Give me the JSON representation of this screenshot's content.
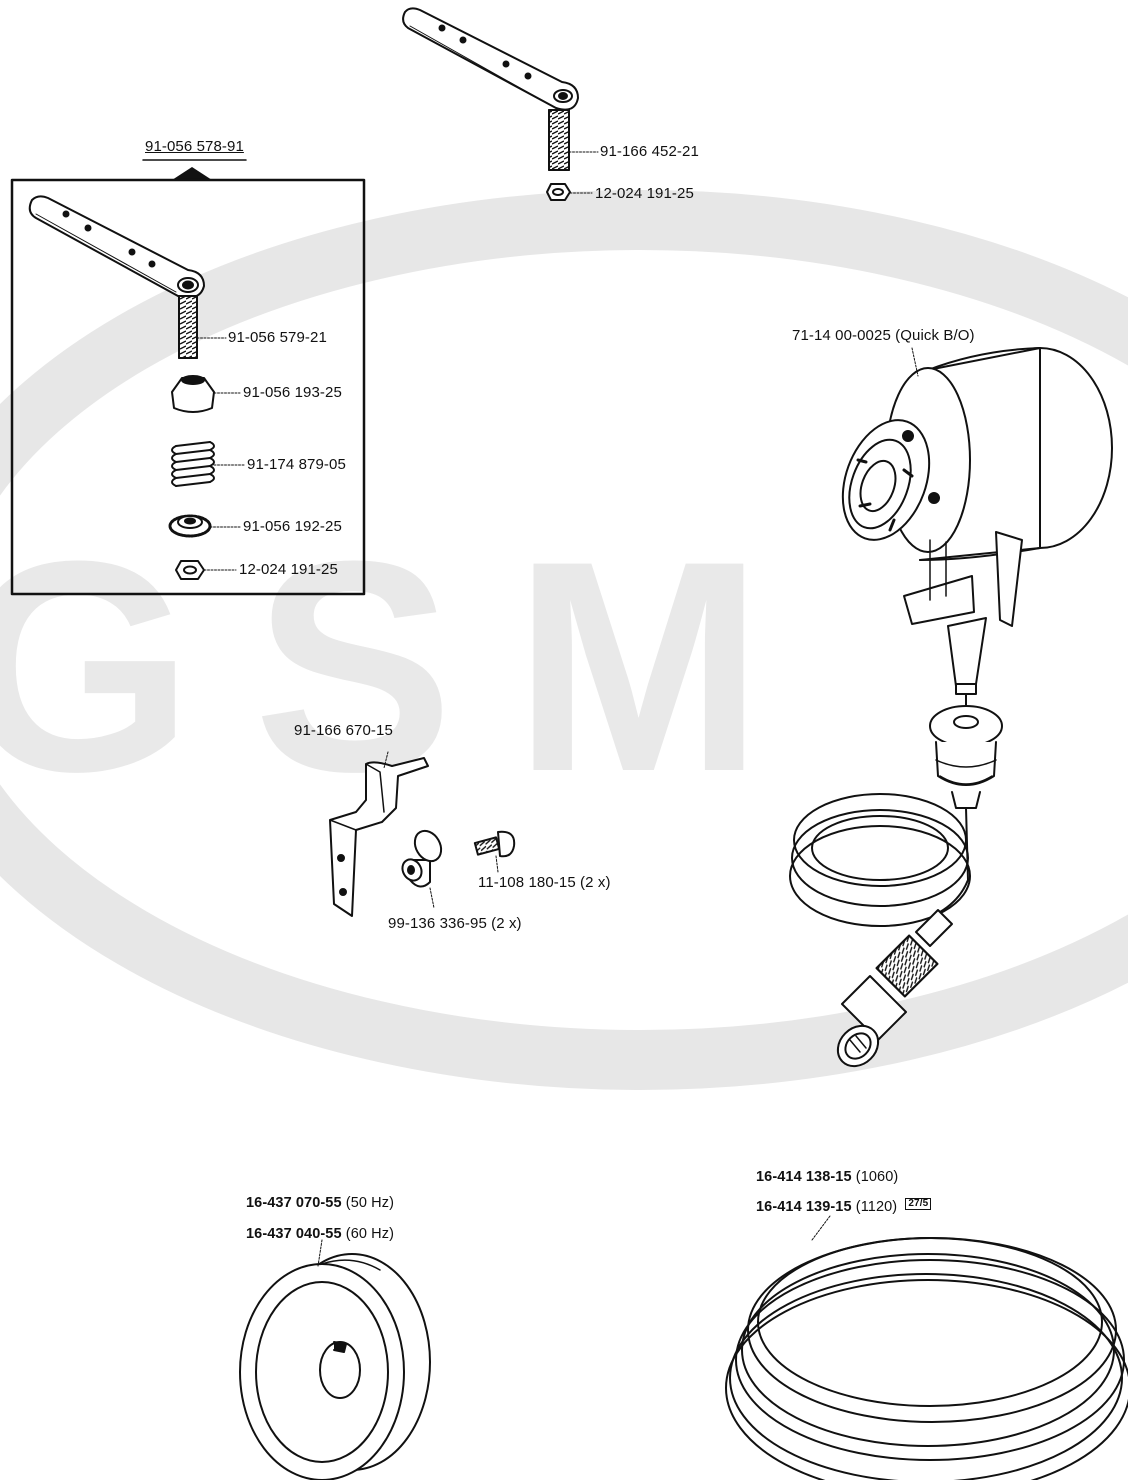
{
  "watermark": {
    "text": "GSM",
    "color": "#e6e6e6"
  },
  "labels": {
    "assembly": "91-056 578-91",
    "arm_screw": "91-166 452-21",
    "top_nut": "12-024 191-25",
    "box_screw": "91-056 579-21",
    "box_cone": "91-056 193-25",
    "box_spring": "91-174 879-05",
    "box_knurled_nut": "91-056 192-25",
    "box_nut": "12-024 191-25",
    "bracket": "91-166 670-15",
    "bracket_screw": "11-108 180-15 (2 x)",
    "bushing": "99-136 336-95 (2 x)",
    "motor": "71-14 00-0025 (Quick B/O)",
    "pulley_50": {
      "code": "16-437 070-55",
      "suffix": "(50 Hz)"
    },
    "pulley_60": {
      "code": "16-437 040-55",
      "suffix": "(60 Hz)"
    },
    "belt_1060": {
      "code": "16-414 138-15",
      "suffix": "(1060)"
    },
    "belt_1120": {
      "code": "16-414 139-15",
      "suffix": "(1120)",
      "ref": "27/5"
    }
  }
}
